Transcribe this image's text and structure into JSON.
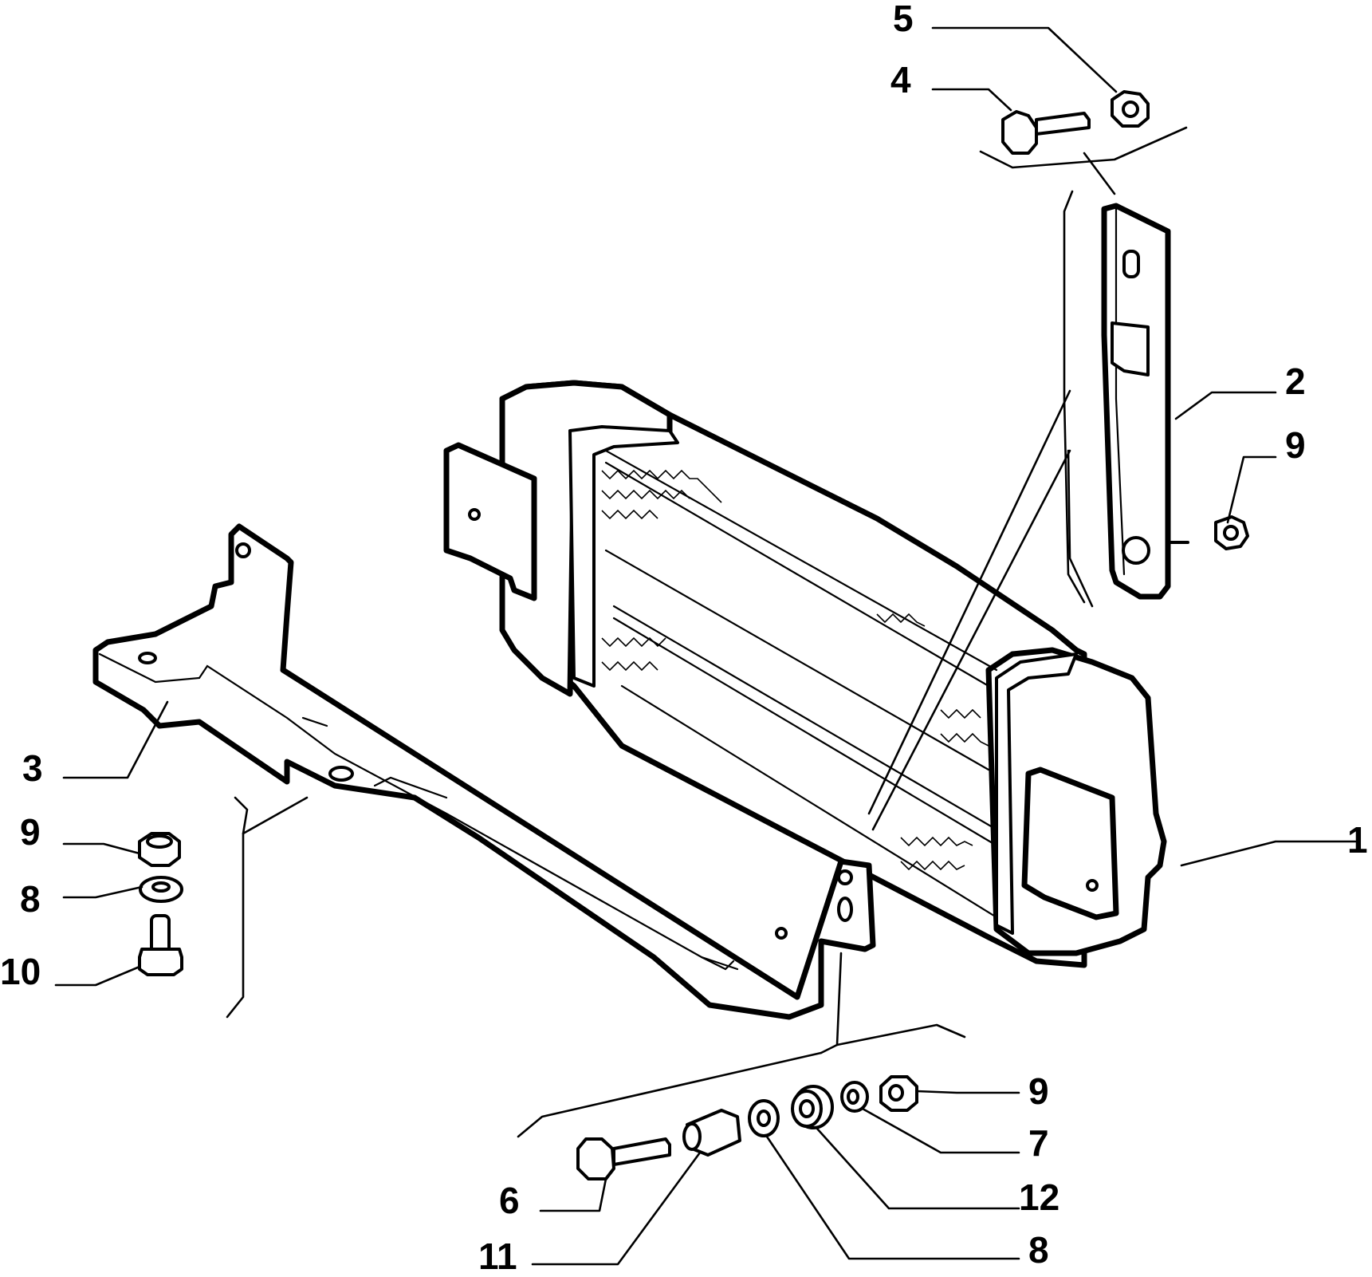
{
  "callouts": {
    "c1": "1",
    "c2": "2",
    "c3": "3",
    "c4": "4",
    "c5": "5",
    "c6": "6",
    "c7": "7",
    "c8_left": "8",
    "c8_bottom": "8",
    "c9_left": "9",
    "c9_right": "9",
    "c9_bottom": "9",
    "c10": "10",
    "c11": "11",
    "c12": "12"
  },
  "colors": {
    "ink": "#000000",
    "paper": "#ffffff"
  }
}
